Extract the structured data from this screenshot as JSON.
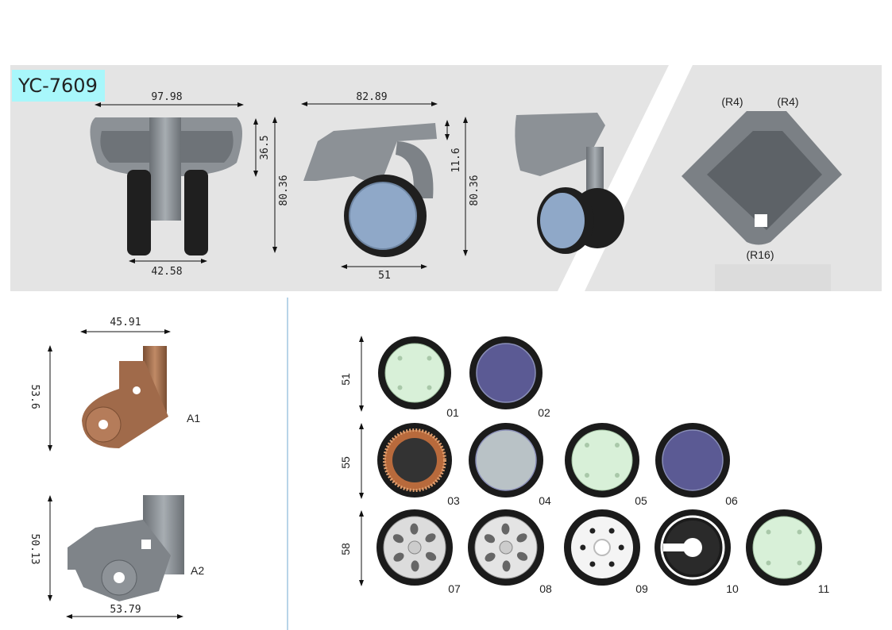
{
  "model": "YC-7609",
  "colors": {
    "panel": "#e4e4e4",
    "label_bg": "#a8f7fb",
    "divider": "#b8d4e8"
  },
  "views": {
    "front": {
      "width": "97.98",
      "top_height": "36.5",
      "height": "80.36",
      "wheel_span": "42.58"
    },
    "side": {
      "width": "82.89",
      "offset": "11.6",
      "height": "80.36",
      "wheel_dia": "51"
    },
    "bottom": {
      "r_left": "(R4)",
      "r_right": "(R4)",
      "r_bottom": "(R16)"
    }
  },
  "brackets": [
    {
      "name": "A1",
      "width": "45.91",
      "height": "53.6"
    },
    {
      "name": "A2",
      "width": "53.79",
      "height": "50.13"
    }
  ],
  "wheel_sizes": [
    "51",
    "55",
    "58"
  ],
  "wheels": [
    {
      "id": "01",
      "row": 0,
      "col": 0,
      "style": "dots",
      "color": "#d8f0d8"
    },
    {
      "id": "02",
      "row": 0,
      "col": 1,
      "style": "plain",
      "color": "#5b5a94"
    },
    {
      "id": "03",
      "row": 1,
      "col": 0,
      "style": "copper",
      "color": "#b86a3c"
    },
    {
      "id": "04",
      "row": 1,
      "col": 1,
      "style": "plain",
      "color": "#b9c2c6"
    },
    {
      "id": "05",
      "row": 1,
      "col": 2,
      "style": "dots",
      "color": "#d8f0d8"
    },
    {
      "id": "06",
      "row": 1,
      "col": 3,
      "style": "plain",
      "color": "#5b5a94"
    },
    {
      "id": "07",
      "row": 2,
      "col": 0,
      "style": "spokes",
      "color": "#dcdcdc"
    },
    {
      "id": "08",
      "row": 2,
      "col": 1,
      "style": "spokes",
      "color": "#e4e4e4"
    },
    {
      "id": "09",
      "row": 2,
      "col": 2,
      "style": "holes",
      "color": "#f4f4f4"
    },
    {
      "id": "10",
      "row": 2,
      "col": 3,
      "style": "keyhole",
      "color": "#2a2a2a"
    },
    {
      "id": "11",
      "row": 2,
      "col": 4,
      "style": "dots",
      "color": "#d8f0d8"
    }
  ]
}
